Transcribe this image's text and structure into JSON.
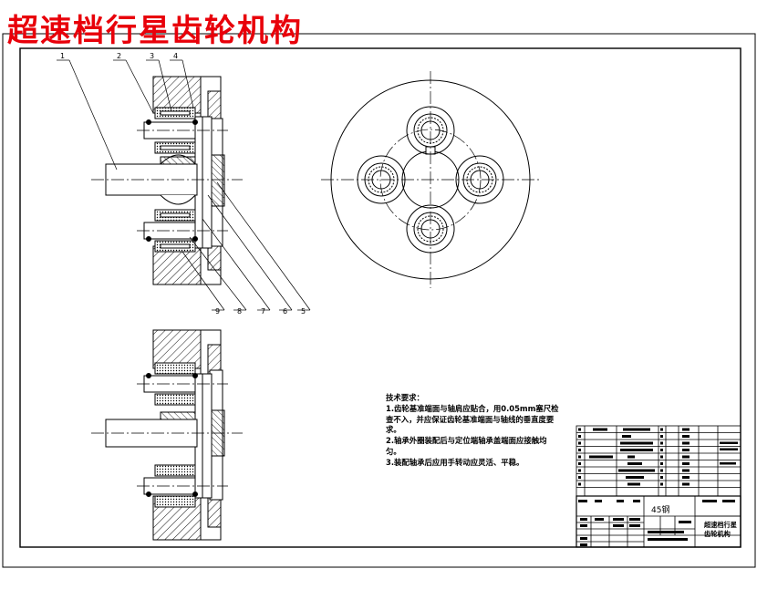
{
  "title": "超速档行星齿轮机构",
  "leaders": {
    "top": [
      "1",
      "2",
      "3",
      "4"
    ],
    "bottom": [
      "9",
      "8",
      "7",
      "6",
      "5"
    ]
  },
  "notes": {
    "heading": "技术要求：",
    "items": [
      "1.齿轮基准端面与轴肩应贴合，用0.05mm塞尺检查不入，并应保证齿轮基准端面与轴线的垂直度要求。",
      "2.轴承外圈装配后与定位端轴承盖端面应接触均匀。",
      "3.装配轴承后应用手转动应灵活、平稳。"
    ]
  },
  "title_block": {
    "material": "45钢",
    "drawing_name": [
      "超速档行星",
      "齿轮机构"
    ]
  },
  "colors": {
    "title": "#e8000a",
    "line": "#000000",
    "centerline": "#000000"
  }
}
